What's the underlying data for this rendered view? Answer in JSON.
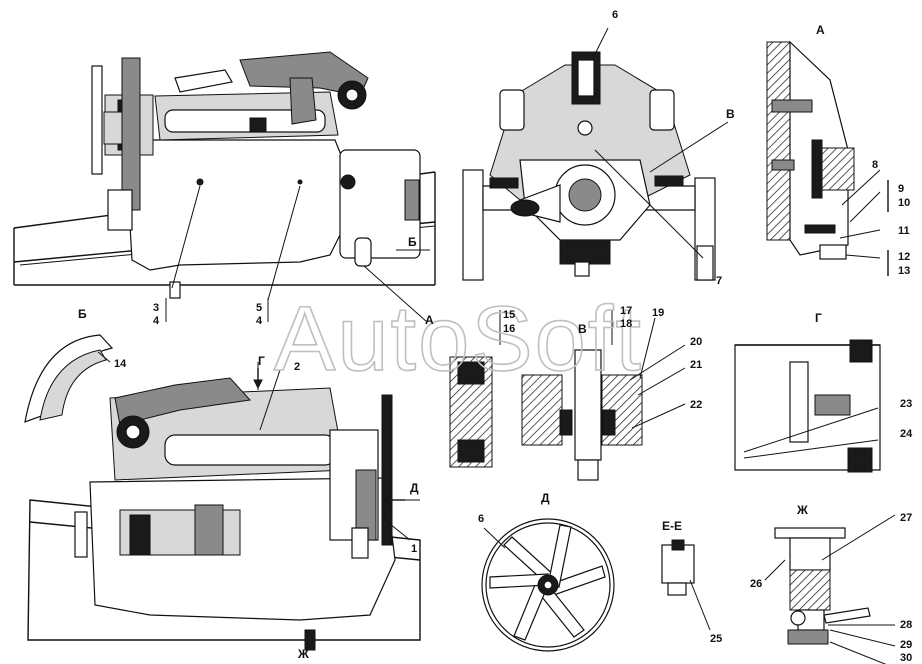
{
  "watermark": "AutoSoft",
  "view_labels": {
    "a_detail": "А",
    "b_detail": "Б",
    "b_section": "Б",
    "v_top": "В",
    "v_mid": "В",
    "g_arrow": "Г",
    "g_detail": "Г",
    "d_arrow": "Д",
    "d_detail": "Д",
    "a_arrow": "А",
    "ee": "Е-Е",
    "zh_detail": "Ж",
    "zh_arrow": "Ж"
  },
  "callouts": [
    "1",
    "2",
    "3",
    "4",
    "5",
    "4",
    "6",
    "7",
    "8",
    "9",
    "10",
    "11",
    "12",
    "13",
    "14",
    "15",
    "16",
    "17",
    "18",
    "19",
    "20",
    "21",
    "22",
    "23",
    "24",
    "25",
    "26",
    "27",
    "28",
    "29",
    "30",
    "6"
  ],
  "colors": {
    "line": "#111111",
    "fill_dark": "#1a1a1a",
    "fill_mid": "#8a8a8a",
    "fill_light": "#d8d8d8",
    "watermark": "#bfbfbf"
  }
}
